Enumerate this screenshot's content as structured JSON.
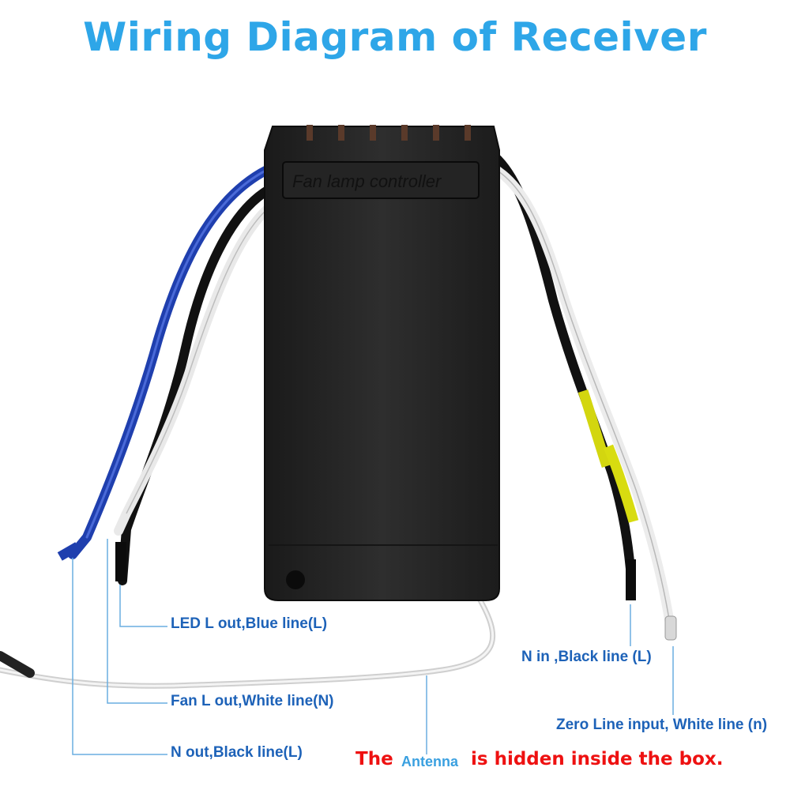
{
  "title": "Wiring Diagram of Receiver",
  "device_label": "Fan lamp controller",
  "labels": {
    "led_out": "LED L out,Blue line(L)",
    "fan_out": "Fan L out,White line(N)",
    "n_out": "N out,Black line(L)",
    "n_in": "N in ,Black line (L)",
    "zero_in": "Zero Line input, White line (n)"
  },
  "footnote": {
    "the": "The",
    "antenna": "Antenna",
    "rest": "is hidden inside the box."
  },
  "colors": {
    "title": "#2ea6e8",
    "label": "#1d62b8",
    "note_red": "#ee1111",
    "box": "#2b2b2b",
    "wire_blue": "#1f3fae",
    "wire_black": "#111111",
    "wire_white": "#e8e8e8",
    "tape_yellow": "#d8dc10"
  }
}
